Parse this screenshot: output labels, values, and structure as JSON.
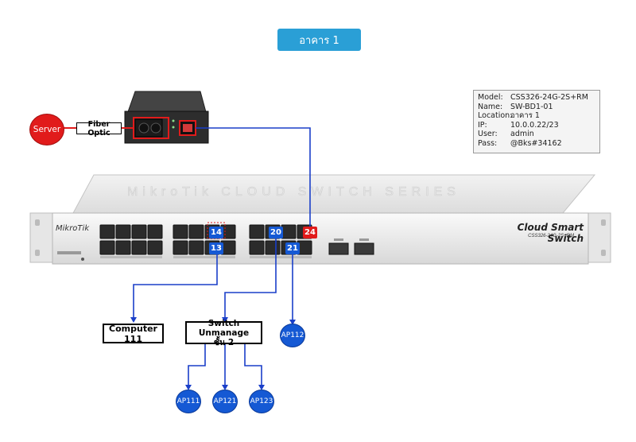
{
  "title": "อาคาร 1",
  "info": {
    "rows": [
      {
        "key": "Model:",
        "value": "CSS326-24G-2S+RM"
      },
      {
        "key": "Name:",
        "value": "SW-BD1-01"
      },
      {
        "key": "Location:",
        "value": "อาคาร 1"
      },
      {
        "key": "IP:",
        "value": "10.0.0.22/23"
      },
      {
        "key": "User:",
        "value": "admin"
      },
      {
        "key": "Pass:",
        "value": "@Bks#34162"
      }
    ]
  },
  "device": {
    "brand": "MikroTik",
    "product": "Cloud Smart Switch",
    "model": "CSS326-24G-2S+RM"
  },
  "nodes": {
    "server": "Server",
    "fiber": "Fiber Optic",
    "computer": "Computer 111",
    "switch_line1": "Switch Unmanage",
    "switch_line2": "ชั้น 2",
    "ap112": "AP112",
    "ap111": "AP111",
    "ap121": "AP121",
    "ap123": "AP123"
  },
  "ports": {
    "p14": "14",
    "p13": "13",
    "p20": "20",
    "p21": "21",
    "p24": "24"
  },
  "colors": {
    "accent": "#2a9fd6",
    "link": "#1a3fc9",
    "ap": "#1559d4",
    "server": "#e11b1b"
  }
}
